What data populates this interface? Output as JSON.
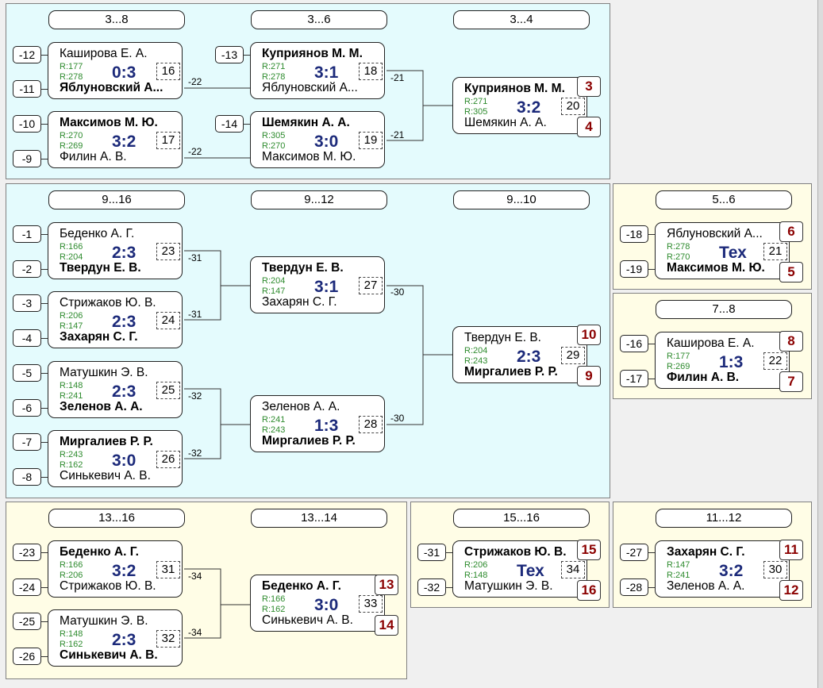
{
  "blocks": [
    {
      "id": "b1",
      "headers": [
        "3...8",
        "3...6",
        "3...4"
      ]
    },
    {
      "id": "b2",
      "headers": [
        "9...16",
        "9...12",
        "9...10"
      ]
    },
    {
      "id": "b3",
      "headers": [
        "5...6"
      ]
    },
    {
      "id": "b4",
      "headers": [
        "7...8"
      ]
    },
    {
      "id": "b5",
      "headers": [
        "13...16",
        "13...14"
      ]
    },
    {
      "id": "b6",
      "headers": [
        "15...16"
      ]
    },
    {
      "id": "b7",
      "headers": [
        "11...12"
      ]
    }
  ],
  "seeds": [
    "-12",
    "-11",
    "-10",
    "-9",
    "-13",
    "-14",
    "-1",
    "-2",
    "-3",
    "-4",
    "-5",
    "-6",
    "-7",
    "-8",
    "-18",
    "-19",
    "-16",
    "-17",
    "-23",
    "-24",
    "-25",
    "-26",
    "-31",
    "-32",
    "-27",
    "-28"
  ],
  "connector_labels": [
    "-22",
    "-22",
    "-21",
    "-21",
    "-31",
    "-31",
    "-32",
    "-32",
    "-30",
    "-30",
    "-34",
    "-34"
  ],
  "matches": [
    {
      "p1": "Каширова Е. А.",
      "p2": "Яблуновский А...",
      "r1": "R:177",
      "r2": "R:278",
      "score": "0:3",
      "num": "16",
      "winner": 2
    },
    {
      "p1": "Максимов М. Ю.",
      "p2": "Филин А. В.",
      "r1": "R:270",
      "r2": "R:269",
      "score": "3:2",
      "num": "17",
      "winner": 1
    },
    {
      "p1": "Куприянов М. М.",
      "p2": "Яблуновский А...",
      "r1": "R:271",
      "r2": "R:278",
      "score": "3:1",
      "num": "18",
      "winner": 1
    },
    {
      "p1": "Шемякин А. А.",
      "p2": "Максимов М. Ю.",
      "r1": "R:305",
      "r2": "R:270",
      "score": "3:0",
      "num": "19",
      "winner": 1
    },
    {
      "p1": "Куприянов М. М.",
      "p2": "Шемякин А. А.",
      "r1": "R:271",
      "r2": "R:305",
      "score": "3:2",
      "num": "20",
      "winner": 1
    },
    {
      "p1": "Беденко А. Г.",
      "p2": "Твердун Е. В.",
      "r1": "R:166",
      "r2": "R:204",
      "score": "2:3",
      "num": "23",
      "winner": 2
    },
    {
      "p1": "Стрижаков Ю. В.",
      "p2": "Захарян С. Г.",
      "r1": "R:206",
      "r2": "R:147",
      "score": "2:3",
      "num": "24",
      "winner": 2
    },
    {
      "p1": "Матушкин Э. В.",
      "p2": "Зеленов А. А.",
      "r1": "R:148",
      "r2": "R:241",
      "score": "2:3",
      "num": "25",
      "winner": 2
    },
    {
      "p1": "Миргалиев Р. Р.",
      "p2": "Синькевич А. В.",
      "r1": "R:243",
      "r2": "R:162",
      "score": "3:0",
      "num": "26",
      "winner": 1
    },
    {
      "p1": "Твердун Е. В.",
      "p2": "Захарян С. Г.",
      "r1": "R:204",
      "r2": "R:147",
      "score": "3:1",
      "num": "27",
      "winner": 1
    },
    {
      "p1": "Зеленов А. А.",
      "p2": "Миргалиев Р. Р.",
      "r1": "R:241",
      "r2": "R:243",
      "score": "1:3",
      "num": "28",
      "winner": 2
    },
    {
      "p1": "Твердун Е. В.",
      "p2": "Миргалиев Р. Р.",
      "r1": "R:204",
      "r2": "R:243",
      "score": "2:3",
      "num": "29",
      "winner": 2
    },
    {
      "p1": "Яблуновский А...",
      "p2": "Максимов М. Ю.",
      "r1": "R:278",
      "r2": "R:270",
      "score": "Тех",
      "num": "21",
      "winner": 2
    },
    {
      "p1": "Каширова Е. А.",
      "p2": "Филин А. В.",
      "r1": "R:177",
      "r2": "R:269",
      "score": "1:3",
      "num": "22",
      "winner": 2
    },
    {
      "p1": "Беденко А. Г.",
      "p2": "Стрижаков Ю. В.",
      "r1": "R:166",
      "r2": "R:206",
      "score": "3:2",
      "num": "31",
      "winner": 1
    },
    {
      "p1": "Матушкин Э. В.",
      "p2": "Синькевич А. В.",
      "r1": "R:148",
      "r2": "R:162",
      "score": "2:3",
      "num": "32",
      "winner": 2
    },
    {
      "p1": "Беденко А. Г.",
      "p2": "Синькевич А. В.",
      "r1": "R:166",
      "r2": "R:162",
      "score": "3:0",
      "num": "33",
      "winner": 1
    },
    {
      "p1": "Стрижаков Ю. В.",
      "p2": "Матушкин Э. В.",
      "r1": "R:206",
      "r2": "R:148",
      "score": "Тех",
      "num": "34",
      "winner": 1
    },
    {
      "p1": "Захарян С. Г.",
      "p2": "Зеленов А. А.",
      "r1": "R:147",
      "r2": "R:241",
      "score": "3:2",
      "num": "30",
      "winner": 1
    }
  ],
  "places": [
    "3",
    "4",
    "10",
    "9",
    "6",
    "5",
    "8",
    "7",
    "13",
    "14",
    "15",
    "16",
    "11",
    "12"
  ]
}
